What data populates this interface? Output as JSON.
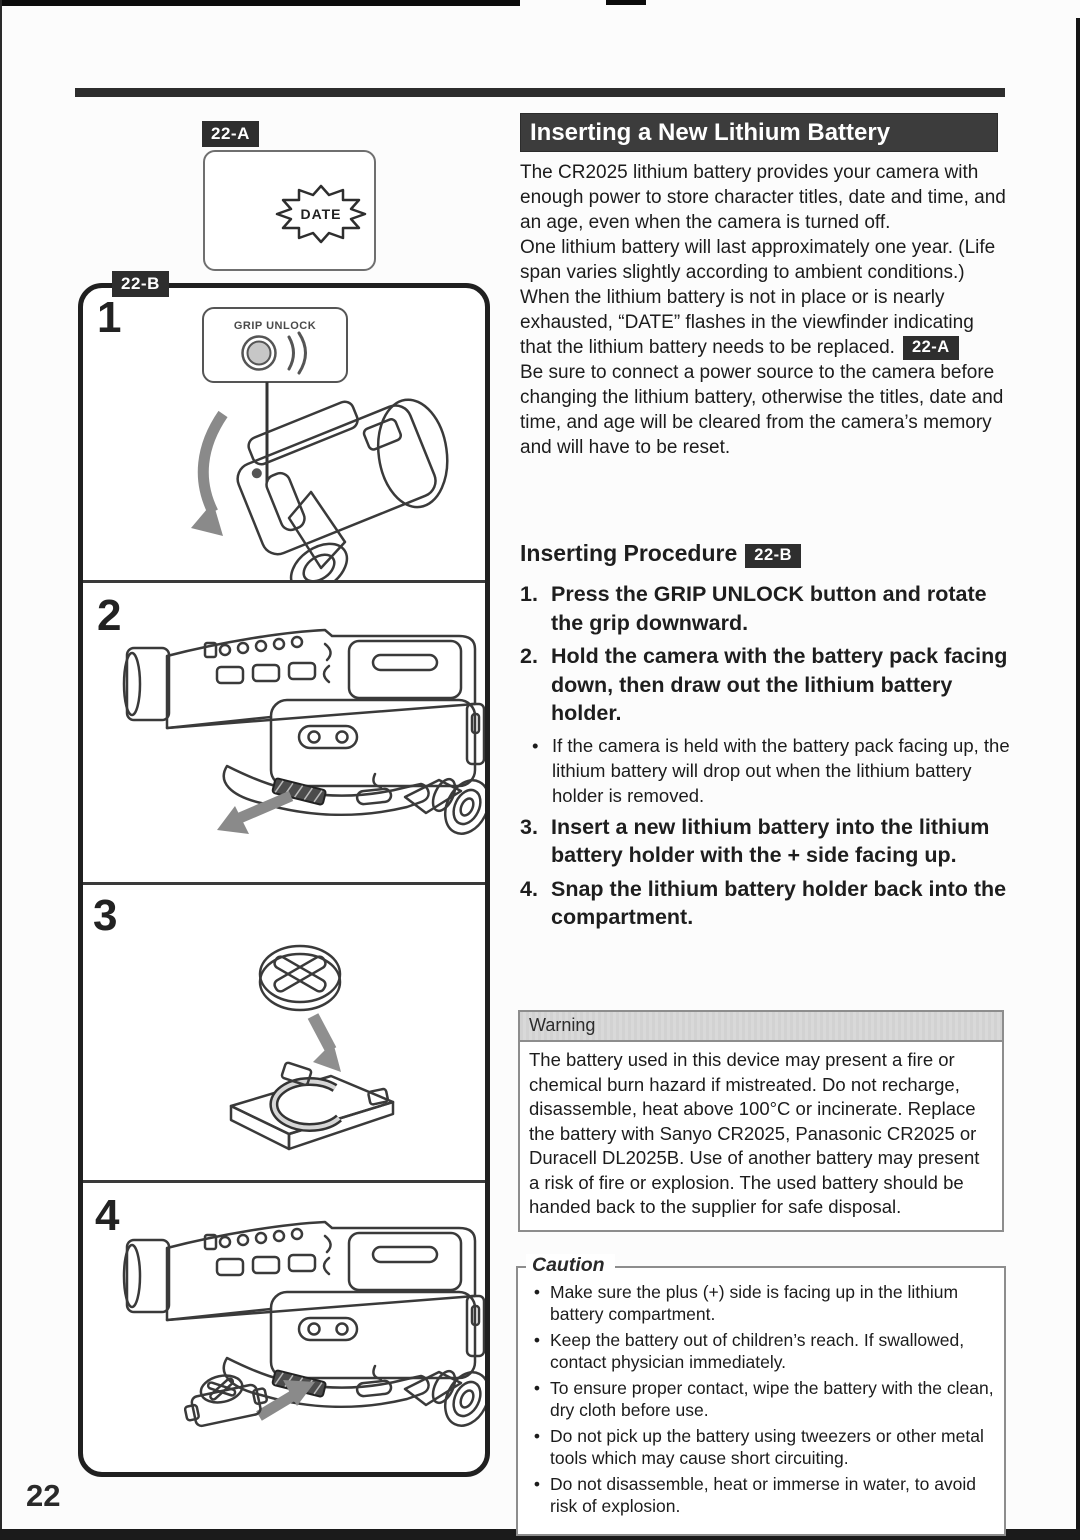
{
  "page": {
    "number": "22"
  },
  "figures": {
    "label_a": "22-A",
    "label_b": "22-B",
    "viewfinder_flash_text": "DATE",
    "grip_unlock_label": "GRIP UNLOCK",
    "step_numbers": [
      "1",
      "2",
      "3",
      "4"
    ]
  },
  "article": {
    "title": "Inserting a New Lithium Battery",
    "intro": [
      "The CR2025 lithium battery provides your camera with enough power to store character titles, date and time, and an age, even when the camera is turned off.",
      "One lithium battery will last approximately one year. (Life span varies slightly according to ambient conditions.) When the lithium battery is not in place or is nearly exhausted, “DATE” flashes in the viewfinder indicating that the lithium battery needs to be replaced.",
      "Be sure to connect a power source to the camera before changing the lithium battery, otherwise the titles, date and time, and age will be cleared from the camera’s memory and will have to be reset."
    ],
    "intro_badge": "22-A",
    "procedure_heading": "Inserting Procedure",
    "procedure_badge": "22-B",
    "steps": [
      {
        "num": "1.",
        "text": "Press the GRIP UNLOCK button and rotate the grip downward."
      },
      {
        "num": "2.",
        "text": "Hold the camera with the battery pack facing down, then draw out the lithium battery holder.",
        "note": "If the camera is held with the battery pack facing up, the lithium battery will drop out when the lithium battery holder is removed."
      },
      {
        "num": "3.",
        "text": "Insert a new lithium battery into the lithium battery holder with the + side facing up."
      },
      {
        "num": "4.",
        "text": "Snap the lithium battery holder back into the compartment."
      }
    ],
    "warning": {
      "title": "Warning",
      "text": "The battery used in this device may present a fire or chemical burn hazard if mistreated. Do not recharge, disassemble, heat above 100°C or incinerate. Replace the battery with Sanyo CR2025, Panasonic CR2025 or Duracell DL2025B. Use of another battery may present a risk of fire or explosion. The used battery should be handed back to the supplier for safe disposal."
    },
    "caution": {
      "title": "Caution",
      "items": [
        "Make sure the plus (+) side is facing up in the lithium battery compartment.",
        "Keep the battery out of children’s reach. If swallowed, contact physician immediately.",
        "To ensure proper contact, wipe the battery with the clean, dry cloth before use.",
        "Do not pick up the battery using tweezers or other metal tools which may cause short circuiting.",
        "Do not disassemble, heat or immerse in water, to avoid risk of explosion."
      ]
    }
  }
}
